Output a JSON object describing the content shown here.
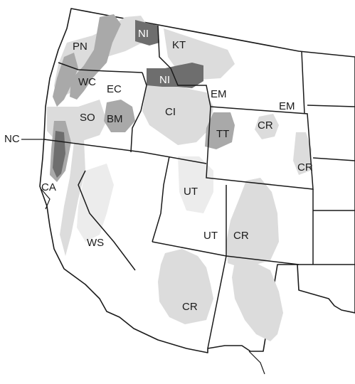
{
  "colors": {
    "land": "#ffffff",
    "outline": "#1a1a1a",
    "region_light": "#dcdcdc",
    "region_mid": "#a9a9a9",
    "region_dark": "#6e6e6e",
    "label_on_dark": "#ffffff"
  },
  "labels": {
    "pn": "PN",
    "ni_north": "NI",
    "kt": "KT",
    "wc": "WC",
    "ec": "EC",
    "ni_mid": "NI",
    "em_center": "EM",
    "em_east": "EM",
    "so": "SO",
    "bm": "BM",
    "ci": "CI",
    "tt": "TT",
    "cr_wy": "CR",
    "cr_east": "CR",
    "nc": "NC",
    "ca": "CA",
    "ut_north": "UT",
    "ut_south": "UT",
    "cr_co": "CR",
    "ws": "WS",
    "cr_az": "CR"
  }
}
